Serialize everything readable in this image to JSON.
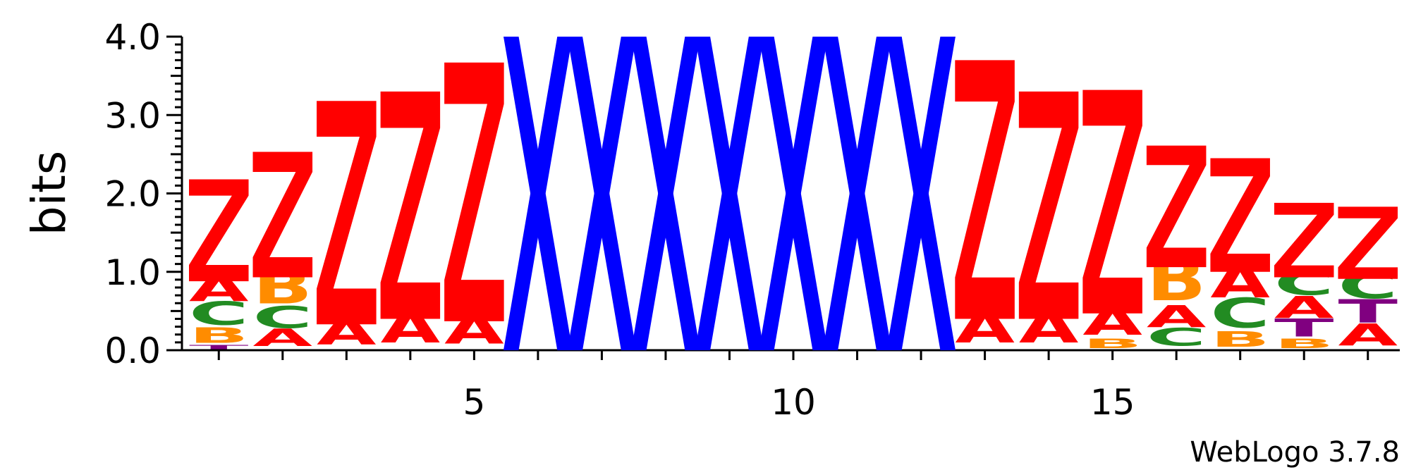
{
  "chart_data": {
    "type": "sequence-logo",
    "ylabel": "bits",
    "ylim": [
      0,
      4
    ],
    "y_ticks": [
      "0.0",
      "1.0",
      "2.0",
      "3.0",
      "4.0"
    ],
    "x_tick_labels": [
      "5",
      "10",
      "15"
    ],
    "x_tick_positions": [
      5,
      10,
      15
    ],
    "positions": 19,
    "colors": {
      "Z": "#ff0000",
      "A": "#ff0000",
      "X": "#0000ff",
      "B": "#ff8c00",
      "C": "#228b22",
      "T": "#800080"
    },
    "columns": [
      {
        "position": 1,
        "stack": [
          [
            "T",
            0.05
          ],
          [
            "B",
            0.2
          ],
          [
            "C",
            0.3
          ],
          [
            "A",
            0.33
          ],
          [
            "Z",
            1.3
          ]
        ]
      },
      {
        "position": 2,
        "stack": [
          [
            "A",
            0.22
          ],
          [
            "C",
            0.28
          ],
          [
            "B",
            0.43
          ],
          [
            "Z",
            1.6
          ]
        ]
      },
      {
        "position": 3,
        "stack": [
          [
            "A",
            0.33
          ],
          [
            "Z",
            2.85
          ]
        ]
      },
      {
        "position": 4,
        "stack": [
          [
            "A",
            0.4
          ],
          [
            "Z",
            2.9
          ]
        ]
      },
      {
        "position": 5,
        "stack": [
          [
            "A",
            0.37
          ],
          [
            "Z",
            3.3
          ]
        ]
      },
      {
        "position": 6,
        "stack": [
          [
            "X",
            4.0
          ]
        ]
      },
      {
        "position": 7,
        "stack": [
          [
            "X",
            4.0
          ]
        ]
      },
      {
        "position": 8,
        "stack": [
          [
            "X",
            4.0
          ]
        ]
      },
      {
        "position": 9,
        "stack": [
          [
            "X",
            4.0
          ]
        ]
      },
      {
        "position": 10,
        "stack": [
          [
            "X",
            4.0
          ]
        ]
      },
      {
        "position": 11,
        "stack": [
          [
            "X",
            4.0
          ]
        ]
      },
      {
        "position": 12,
        "stack": [
          [
            "X",
            4.0
          ]
        ]
      },
      {
        "position": 13,
        "stack": [
          [
            "A",
            0.4
          ],
          [
            "Z",
            3.3
          ]
        ]
      },
      {
        "position": 14,
        "stack": [
          [
            "A",
            0.4
          ],
          [
            "Z",
            2.9
          ]
        ]
      },
      {
        "position": 15,
        "stack": [
          [
            "B",
            0.12
          ],
          [
            "A",
            0.35
          ],
          [
            "Z",
            2.85
          ]
        ]
      },
      {
        "position": 16,
        "stack": [
          [
            "C",
            0.23
          ],
          [
            "A",
            0.28
          ],
          [
            "B",
            0.55
          ],
          [
            "Z",
            1.55
          ]
        ]
      },
      {
        "position": 17,
        "stack": [
          [
            "B",
            0.2
          ],
          [
            "C",
            0.38
          ],
          [
            "A",
            0.42
          ],
          [
            "Z",
            1.45
          ]
        ]
      },
      {
        "position": 18,
        "stack": [
          [
            "B",
            0.12
          ],
          [
            "T",
            0.23
          ],
          [
            "A",
            0.28
          ],
          [
            "C",
            0.3
          ],
          [
            "Z",
            0.95
          ]
        ]
      },
      {
        "position": 19,
        "stack": [
          [
            "A",
            0.28
          ],
          [
            "T",
            0.3
          ],
          [
            "C",
            0.33
          ],
          [
            "Z",
            0.92
          ]
        ]
      }
    ]
  },
  "credit": "WebLogo 3.7.8"
}
